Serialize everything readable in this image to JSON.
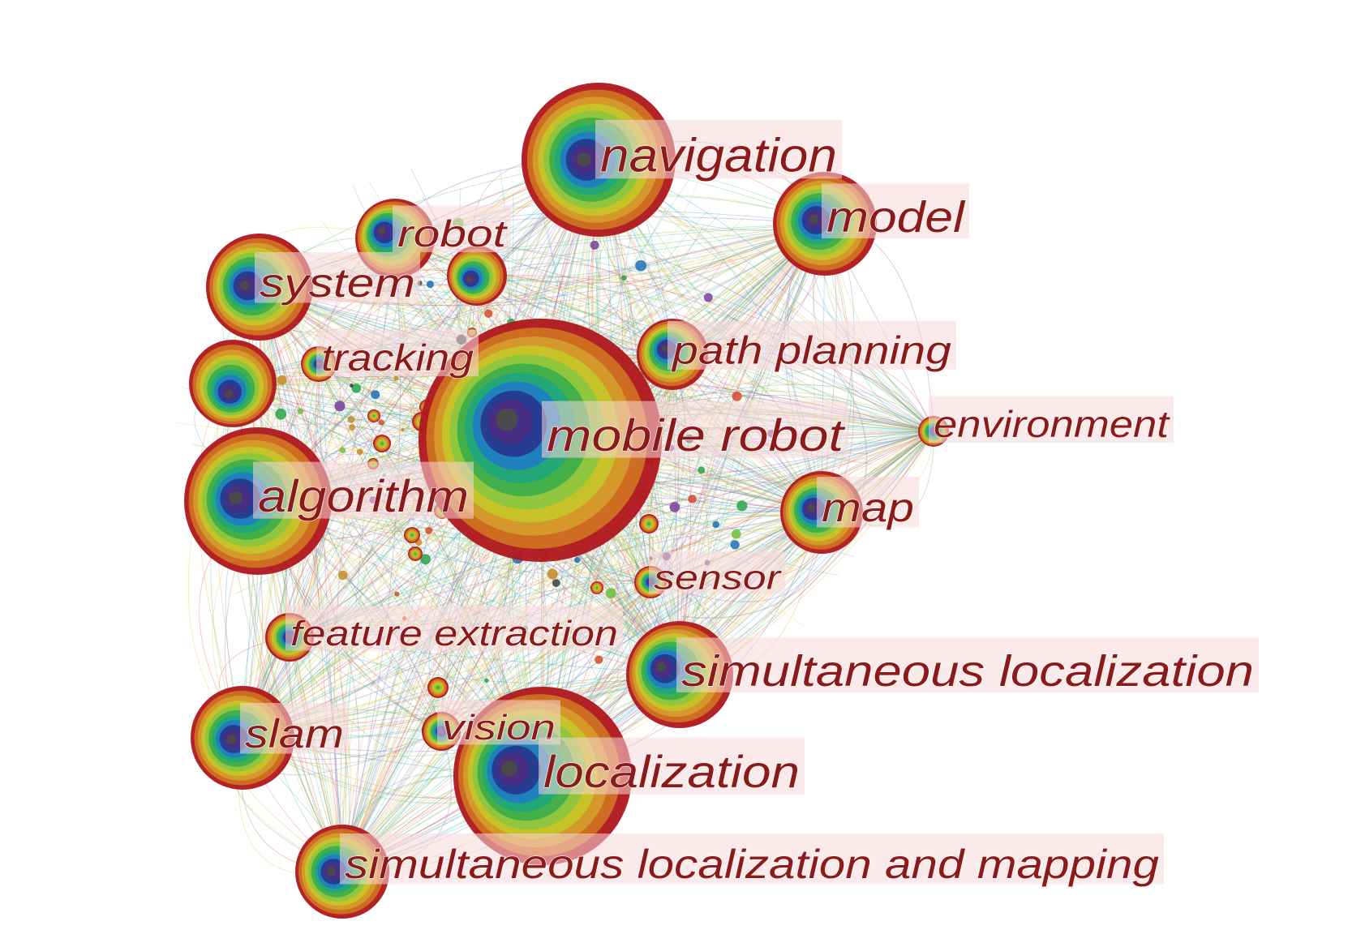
{
  "palette": {
    "rings": [
      "#b0191e",
      "#cf6f22",
      "#d49a2c",
      "#c7c42a",
      "#8ec63e",
      "#3fae49",
      "#21a77a",
      "#1e7fc1",
      "#283a8f",
      "#4b2f82",
      "#4a4a4a"
    ],
    "label_color": "#8b1a1a",
    "link_colors": [
      "#e8a13a",
      "#6cc04a",
      "#2ea3d6",
      "#8a63b8",
      "#e55a5a",
      "#d9c83a",
      "#3bb89a"
    ]
  },
  "nodes": [
    {
      "id": "navigation",
      "label": "navigation"
    },
    {
      "id": "model",
      "label": "model"
    },
    {
      "id": "robot",
      "label": "robot"
    },
    {
      "id": "system",
      "label": "system"
    },
    {
      "id": "unlabeled-red-top",
      "label": ""
    },
    {
      "id": "tracking",
      "label": "tracking"
    },
    {
      "id": "path-planning",
      "label": "path planning"
    },
    {
      "id": "unlabeled-red-left",
      "label": ""
    },
    {
      "id": "mobile-robot",
      "label": "mobile robot"
    },
    {
      "id": "environment",
      "label": "environment"
    },
    {
      "id": "algorithm",
      "label": "algorithm"
    },
    {
      "id": "map",
      "label": "map"
    },
    {
      "id": "sensor",
      "label": "sensor"
    },
    {
      "id": "feature-extraction",
      "label": "feature extraction"
    },
    {
      "id": "simultaneous-localization",
      "label": "simultaneous localization"
    },
    {
      "id": "slam",
      "label": "slam"
    },
    {
      "id": "vision",
      "label": "vision"
    },
    {
      "id": "localization",
      "label": "localization"
    },
    {
      "id": "simultaneous-localization-and-mapping",
      "label": "simultaneous localization and mapping"
    }
  ]
}
